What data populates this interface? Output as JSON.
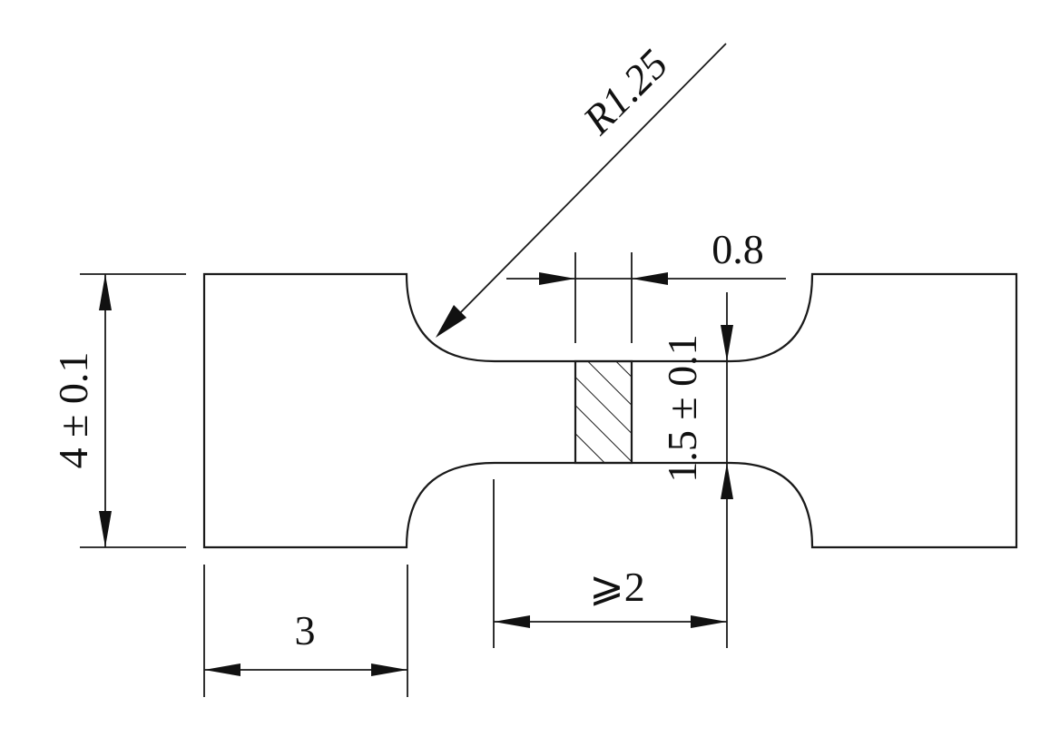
{
  "drawing": {
    "labels": {
      "radius": "R1.25",
      "slot_width": "0.8",
      "total_height": "4 ± 0.1",
      "neck_height": "1.5 ± 0.1",
      "shoulder_length": "3",
      "gauge_length": "⩾2"
    },
    "colors": {
      "line": "#1a1a1a",
      "background": "#ffffff"
    }
  }
}
